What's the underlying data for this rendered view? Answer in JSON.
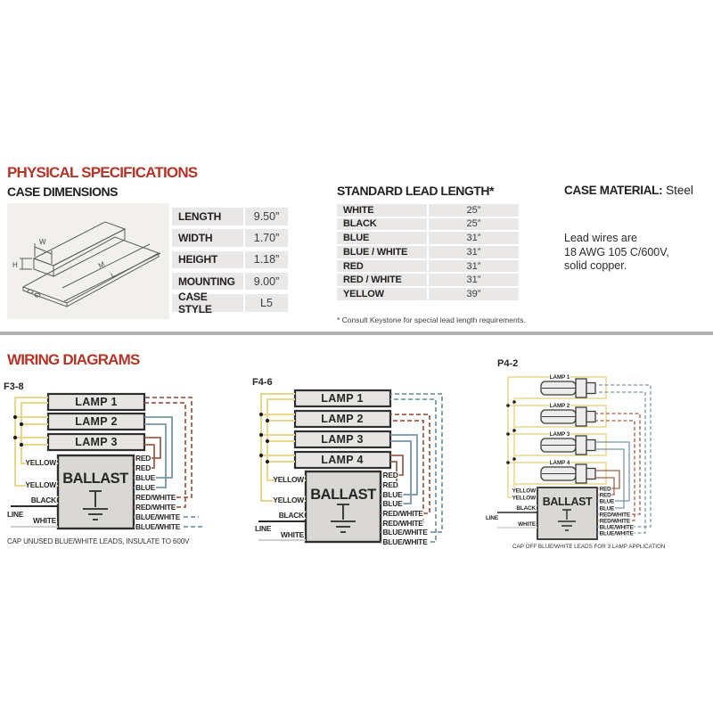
{
  "specs": {
    "title": "PHYSICAL SPECIFICATIONS",
    "case_dimensions": {
      "heading": "CASE DIMENSIONS",
      "drawing": {
        "w": "W",
        "h": "H",
        "m": "M",
        "l": "L"
      },
      "rows": [
        {
          "label": "LENGTH",
          "value": "9.50”"
        },
        {
          "label": "WIDTH",
          "value": "1.70”"
        },
        {
          "label": "HEIGHT",
          "value": "1.18”"
        },
        {
          "label": "MOUNTING",
          "value": "9.00”"
        },
        {
          "label": "CASE STYLE",
          "value": "L5"
        }
      ]
    },
    "lead_length": {
      "heading": "STANDARD LEAD LENGTH*",
      "rows": [
        {
          "label": "WHITE",
          "value": "25”"
        },
        {
          "label": "BLACK",
          "value": "25”"
        },
        {
          "label": "BLUE",
          "value": "31”"
        },
        {
          "label": "BLUE / WHITE",
          "value": "31”"
        },
        {
          "label": "RED",
          "value": "31”"
        },
        {
          "label": "RED / WHITE",
          "value": "31”"
        },
        {
          "label": "YELLOW",
          "value": "39”"
        }
      ],
      "footnote": "* Consult Keystone for special lead length requirements."
    },
    "case_material": {
      "label": "CASE MATERIAL:",
      "value": "Steel",
      "lines": [
        "Lead wires are",
        "18 AWG 105 C/600V,",
        "solid copper."
      ]
    }
  },
  "wiring": {
    "title": "WIRING DIAGRAMS",
    "f38": {
      "id": "F3-8",
      "lamps": [
        "LAMP 1",
        "LAMP 2",
        "LAMP 3"
      ],
      "ballast": "BALLAST",
      "left": [
        "YELLOW",
        "YELLOW",
        "BLACK",
        "LINE",
        "WHITE"
      ],
      "right": [
        "RED",
        "RED",
        "BLUE",
        "BLUE",
        "RED/WHITE",
        "RED/WHITE",
        "BLUE/WHITE",
        "BLUE/WHITE"
      ],
      "note": "CAP UNUSED BLUE/WHITE LEADS, INSULATE TO 600V"
    },
    "f46": {
      "id": "F4-6",
      "lamps": [
        "LAMP 1",
        "LAMP 2",
        "LAMP 3",
        "LAMP 4"
      ],
      "ballast": "BALLAST",
      "left": [
        "YELLOW",
        "YELLOW",
        "BLACK",
        "LINE",
        "WHITE"
      ],
      "right": [
        "RED",
        "RED",
        "BLUE",
        "BLUE",
        "RED/WHITE",
        "RED/WHITE",
        "BLUE/WHITE",
        "BLUE/WHITE"
      ]
    },
    "p42": {
      "id": "P4-2",
      "lamps": [
        "LAMP 1",
        "LAMP 2",
        "LAMP 3",
        "LAMP 4"
      ],
      "ballast": "BALLAST",
      "left": [
        "YELLOW",
        "YELLOW",
        "BLACK",
        "LINE",
        "WHITE"
      ],
      "right": [
        "RED",
        "RED",
        "BLUE",
        "BLUE",
        "RED/WHITE",
        "RED/WHITE",
        "BLUE/WHITE",
        "BLUE/WHITE"
      ],
      "note": "CAP OFF BLUE/WHITE LEADS FOR 3 LAMP APPLICATION"
    }
  },
  "colors": {
    "heading_red": "#b23527",
    "table_row_bg": "#e9e8e6",
    "wire_yellow": "#e8d88d",
    "wire_red": "#a05f4b",
    "wire_blue": "#7897a7"
  }
}
